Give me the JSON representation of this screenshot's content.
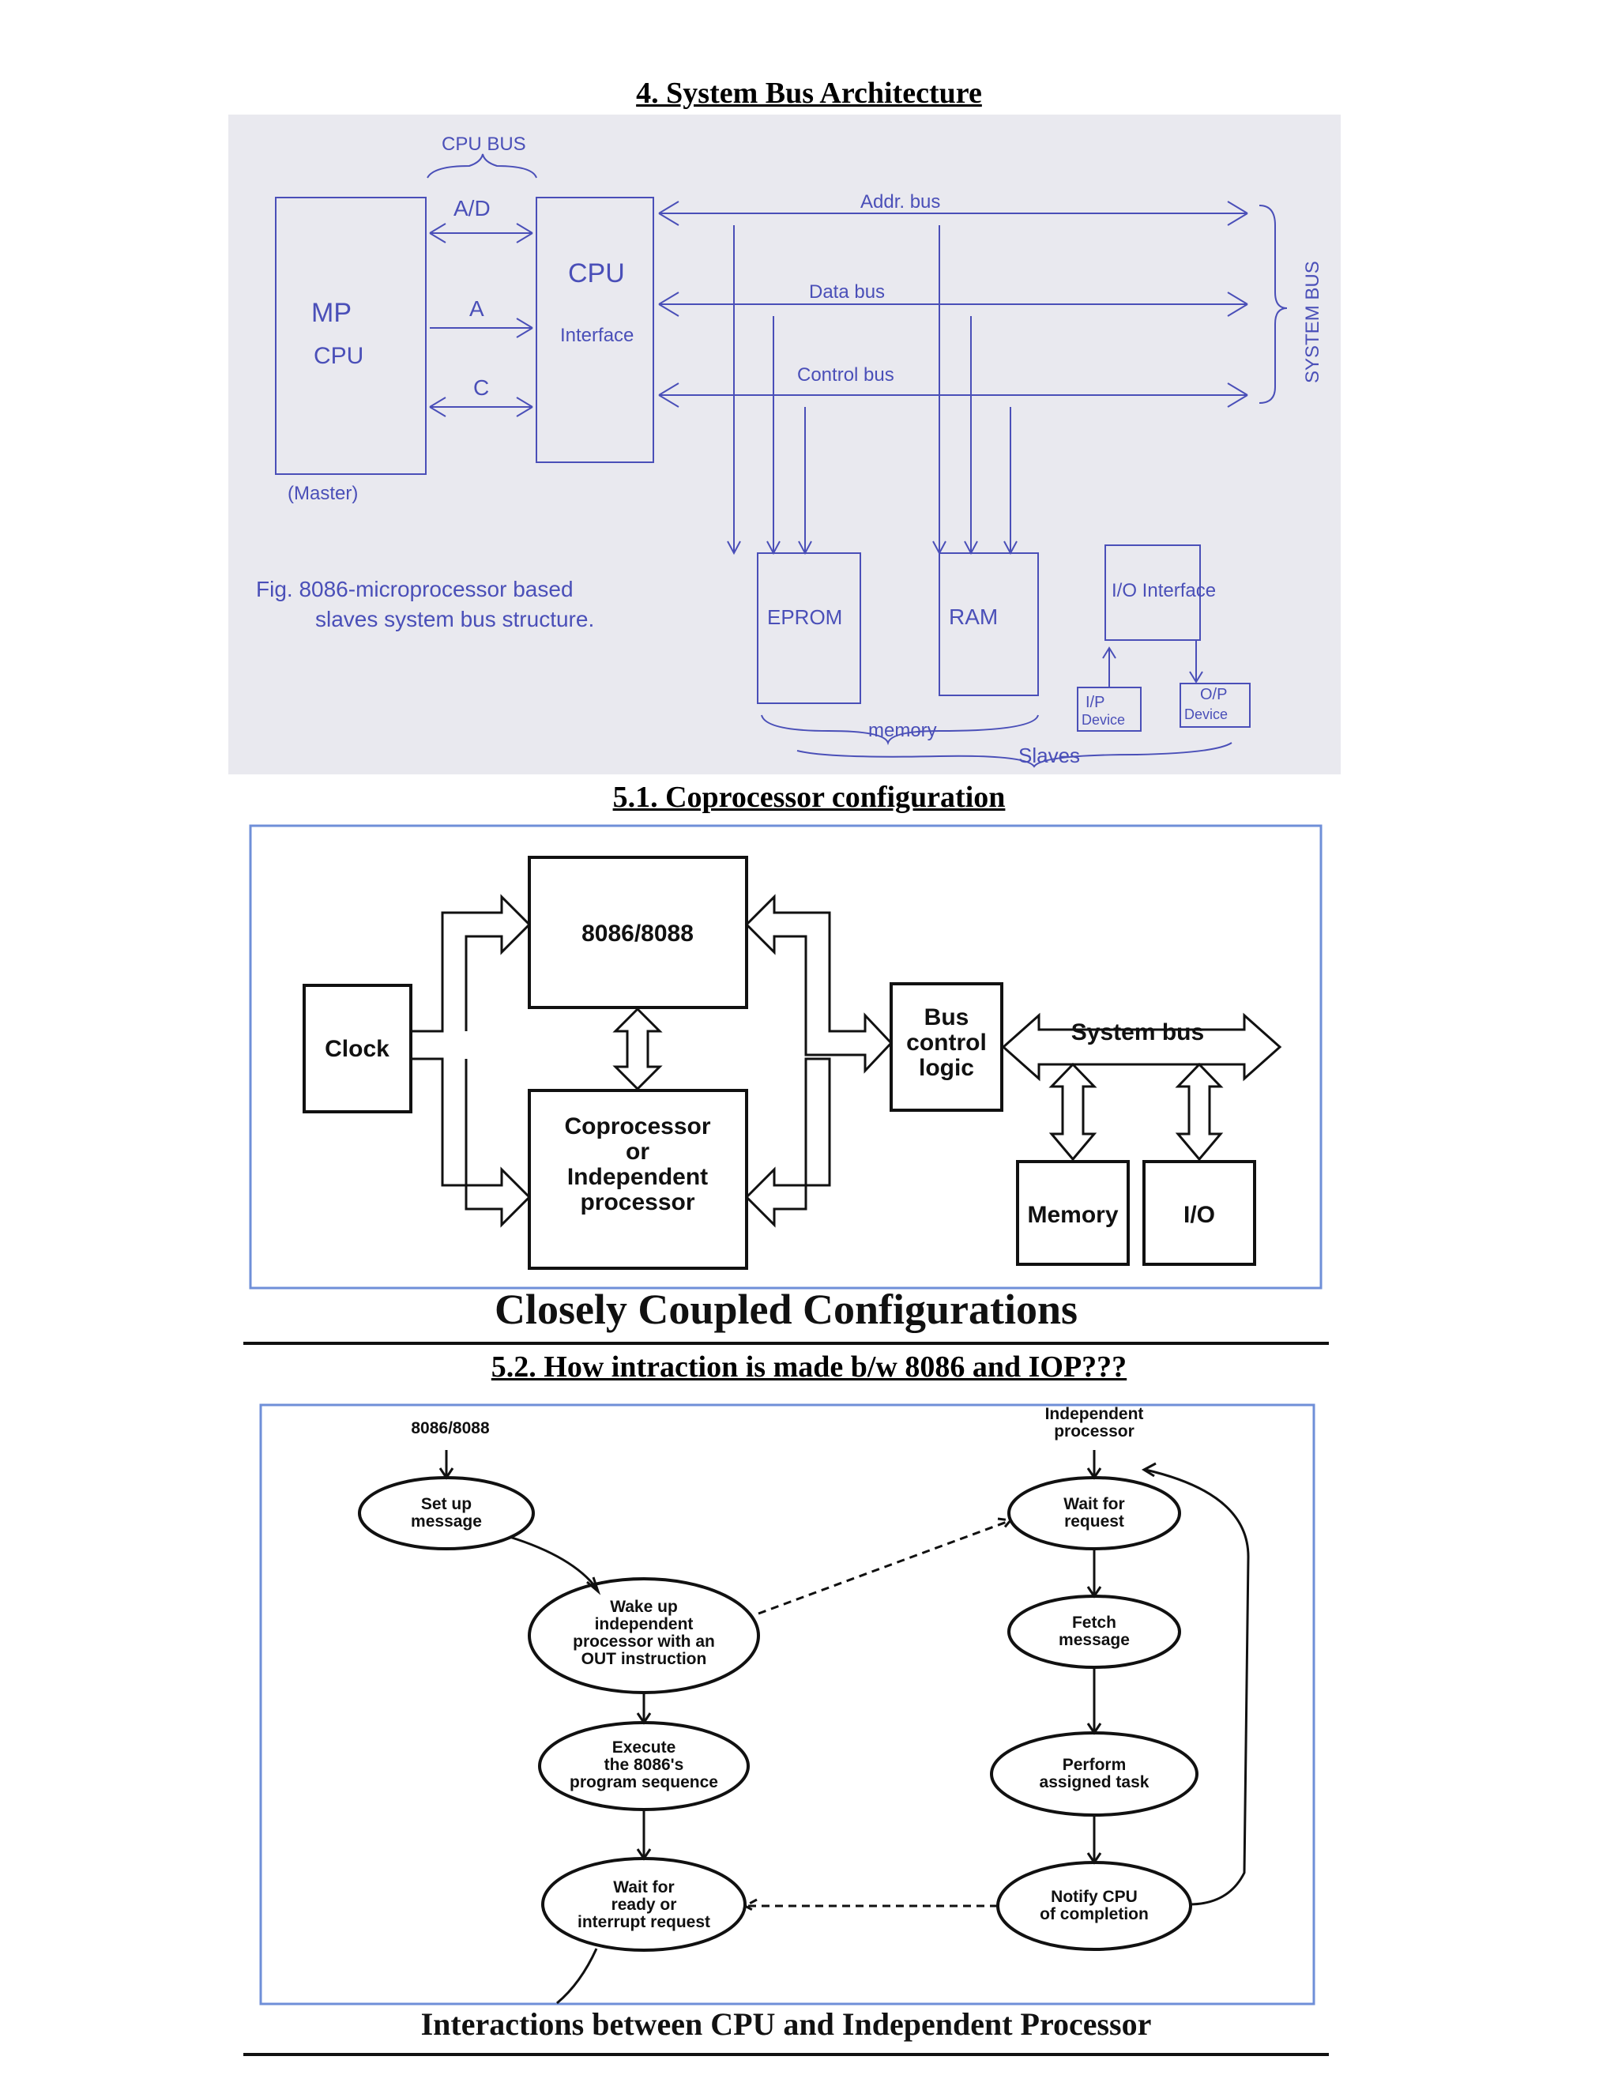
{
  "section4": {
    "heading": "4. System Bus Architecture",
    "labels": {
      "cpu_bus": "CPU BUS",
      "ad": "A/D",
      "a": "A",
      "c": "C",
      "mp_cpu_line1": "MP",
      "mp_cpu_line2": "CPU",
      "master": "(Master)",
      "cpu_interface_line1": "CPU",
      "cpu_interface_line2": "Interface",
      "addr_bus": "Addr. bus",
      "data_bus": "Data bus",
      "control_bus": "Control bus",
      "system_bus": "SYSTEM BUS",
      "fig_line1": "Fig. 8086-microprocessor based",
      "fig_line2": "slaves system bus structure.",
      "eprom": "EPROM",
      "ram": "RAM",
      "io_interface": "I/O Interface",
      "ip_device_line1": "I/P",
      "ip_device_line2": "Device",
      "op_device_line1": "O/P",
      "op_device_line2": "Device",
      "memory": "memory",
      "slaves": "Slaves"
    }
  },
  "section51": {
    "heading": "5.1. Coprocessor configuration",
    "labels": {
      "clock": "Clock",
      "cpu": "8086/8088",
      "coproc_line1": "Coprocessor",
      "coproc_line2": "or",
      "coproc_line3": "Independent",
      "coproc_line4": "processor",
      "bus_line1": "Bus",
      "bus_line2": "control",
      "bus_line3": "logic",
      "system_bus": "System bus",
      "memory": "Memory",
      "io": "I/O"
    },
    "caption": "Closely Coupled Configurations"
  },
  "section52": {
    "heading": "5.2. How intraction is made b/w 8086 and IOP???",
    "labels": {
      "left_title": "8086/8088",
      "right_title_line1": "Independent",
      "right_title_line2": "processor",
      "setup_line1": "Set up",
      "setup_line2": "message",
      "wake_line1": "Wake up",
      "wake_line2": "independent",
      "wake_line3": "processor with an",
      "wake_line4": "OUT instruction",
      "exec_line1": "Execute",
      "exec_line2": "the 8086's",
      "exec_line3": "program sequence",
      "waitready_line1": "Wait for",
      "waitready_line2": "ready or",
      "waitready_line3": "interrupt request",
      "waitreq_line1": "Wait for",
      "waitreq_line2": "request",
      "fetch_line1": "Fetch",
      "fetch_line2": "message",
      "perform_line1": "Perform",
      "perform_line2": "assigned task",
      "notify_line1": "Notify CPU",
      "notify_line2": "of completion"
    },
    "caption": "Interactions between CPU and Independent Processor"
  }
}
